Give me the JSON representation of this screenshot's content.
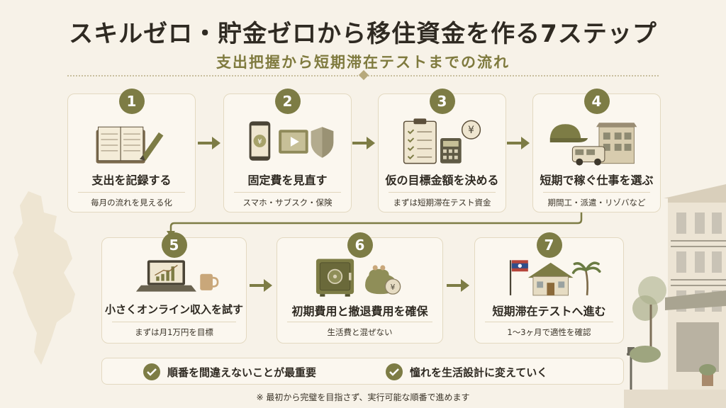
{
  "header": {
    "title": "スキルゼロ・貯金ゼロから移住資金を作る7ステップ",
    "subtitle": "支出把握から短期滞在テストまでの流れ"
  },
  "steps": [
    {
      "number": "1",
      "title": "支出を記録する",
      "subtitle": "毎月の流れを見える化",
      "icon": "notebook-pencil-icon"
    },
    {
      "number": "2",
      "title": "固定費を見直す",
      "subtitle": "スマホ・サブスク・保険",
      "icon": "phone-video-shield-icon"
    },
    {
      "number": "3",
      "title": "仮の目標金額を決める",
      "subtitle": "まずは短期滞在テスト資金",
      "icon": "checklist-calculator-icon"
    },
    {
      "number": "4",
      "title": "短期で稼ぐ仕事を選ぶ",
      "subtitle": "期間工・派遣・リゾバなど",
      "icon": "cap-van-building-icon"
    },
    {
      "number": "5",
      "title": "小さくオンライン収入を試す",
      "subtitle": "まずは月1万円を目標",
      "icon": "laptop-mug-icon"
    },
    {
      "number": "6",
      "title": "初期費用と撤退費用を確保",
      "subtitle": "生活費と混ぜない",
      "icon": "safe-coinpurse-icon"
    },
    {
      "number": "7",
      "title": "短期滞在テストへ進む",
      "subtitle": "1～3ヶ月で適性を確認",
      "icon": "flag-house-palm-icon"
    }
  ],
  "bottom": {
    "point1": "順番を間違えないことが最重要",
    "point2": "憧れを生活設計に変えていく"
  },
  "footnote": "※ 最初から完璧を目指さず、実行可能な順番で進めます",
  "colors": {
    "accent": "#7d7c45",
    "background": "#f7f2e8",
    "card": "#fbf7ef",
    "text": "#2f2a22"
  }
}
